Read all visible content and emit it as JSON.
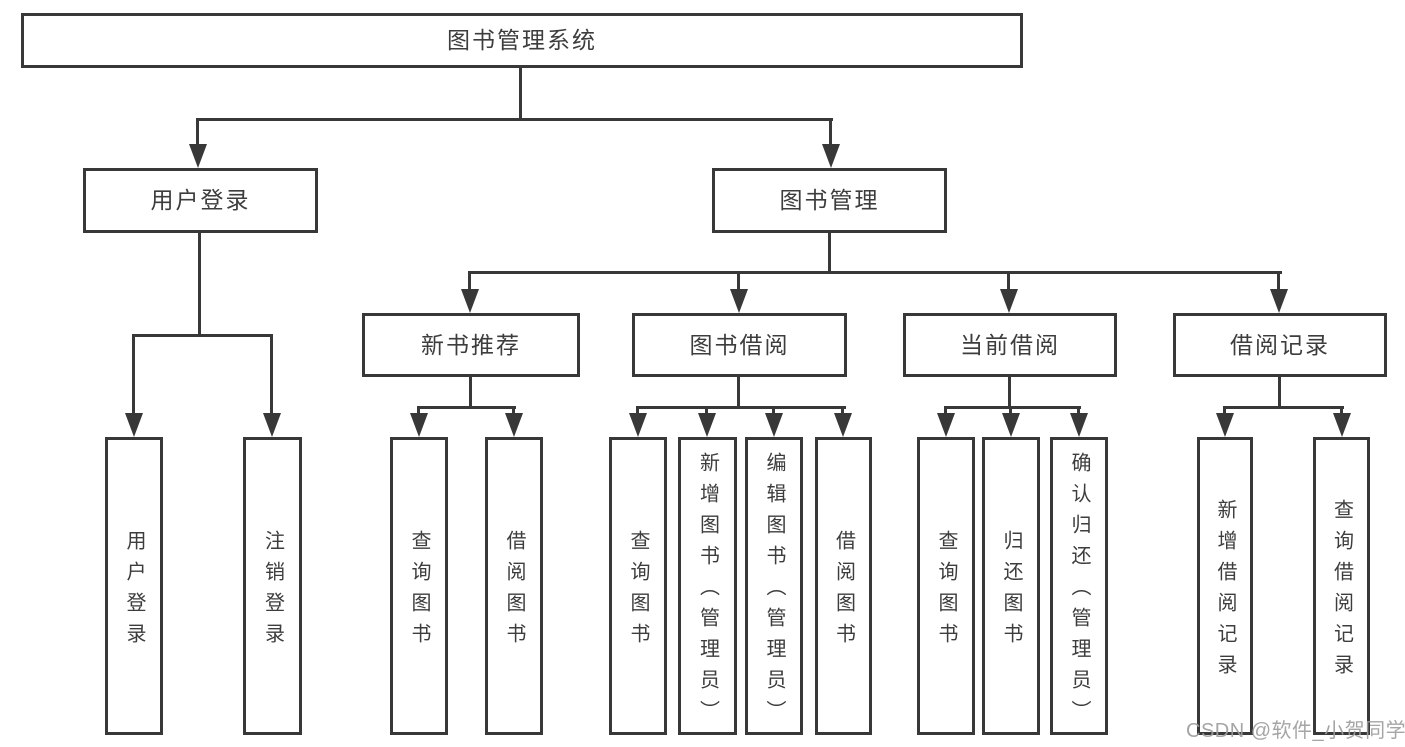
{
  "diagram_title": "图书管理系统",
  "tree": {
    "root": {
      "label": "图书管理系统",
      "children": [
        {
          "label": "用户登录",
          "children": [
            {
              "label": "用户登录"
            },
            {
              "label": "注销登录"
            }
          ]
        },
        {
          "label": "图书管理",
          "children": [
            {
              "label": "新书推荐",
              "children": [
                {
                  "label": "查询图书"
                },
                {
                  "label": "借阅图书"
                }
              ]
            },
            {
              "label": "图书借阅",
              "children": [
                {
                  "label": "查询图书"
                },
                {
                  "label": "新增图书（管理员）"
                },
                {
                  "label": "编辑图书（管理员）"
                },
                {
                  "label": "借阅图书"
                }
              ]
            },
            {
              "label": "当前借阅",
              "children": [
                {
                  "label": "查询图书"
                },
                {
                  "label": "归还图书"
                },
                {
                  "label": "确认归还（管理员）"
                }
              ]
            },
            {
              "label": "借阅记录",
              "children": [
                {
                  "label": "新增借阅记录"
                },
                {
                  "label": "查询借阅记录"
                }
              ]
            }
          ]
        }
      ]
    }
  },
  "watermark": {
    "text": "CSDN @软件_小贺同学"
  },
  "colors": {
    "line": "#383838",
    "text": "#3d3d3d",
    "box_background": "#ffffff",
    "watermark": "#9e9e9e",
    "page_background": "#ffffff"
  }
}
